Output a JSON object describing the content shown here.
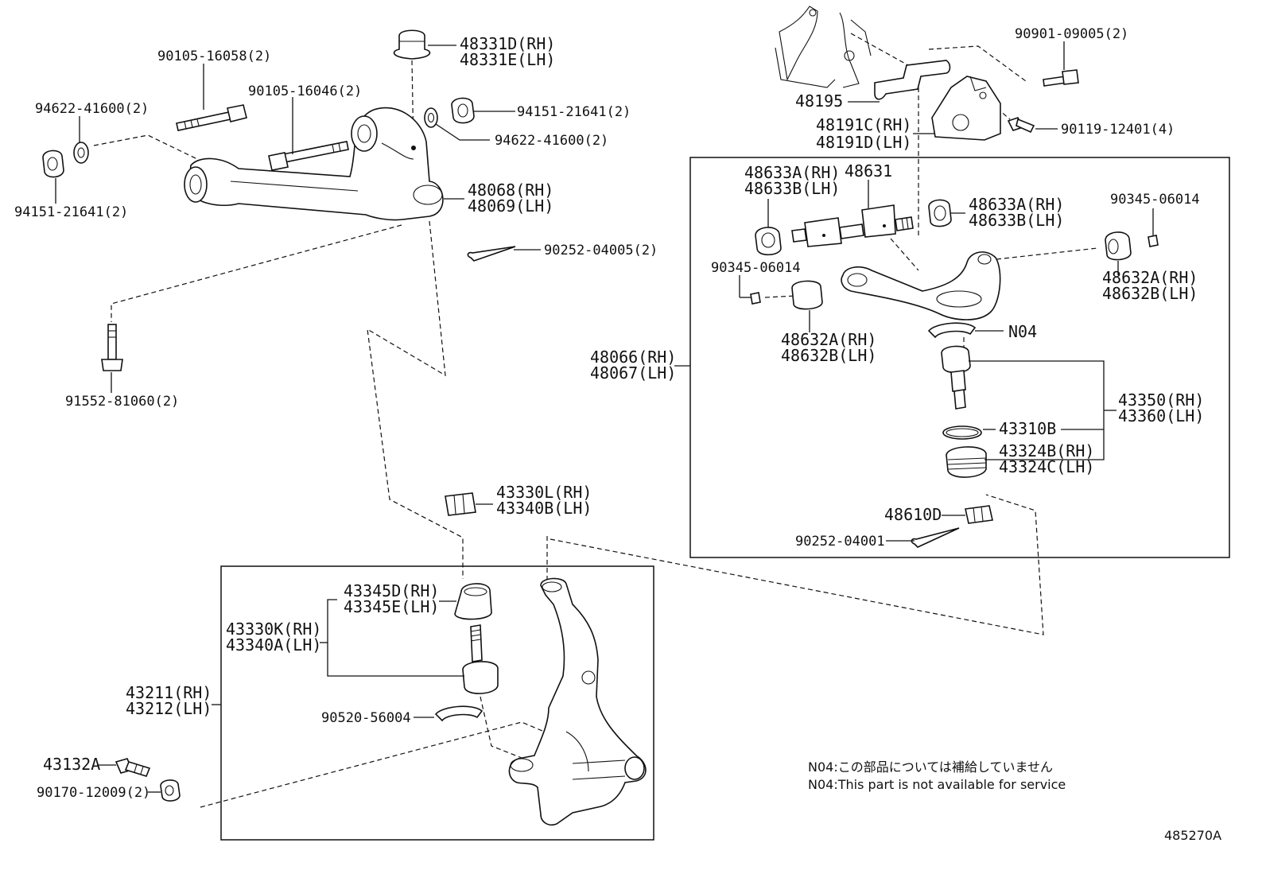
{
  "labels": {
    "p48331": [
      "48331D(RH)",
      "48331E(LH)"
    ],
    "p90105a": "90105-16058(2)",
    "p90105b": "90105-16046(2)",
    "p94622a": "94622-41600(2)",
    "p94151b": "94151-21641(2)",
    "p94622b": "94622-41600(2)",
    "p94151a": "94151-21641(2)",
    "p48068": [
      "48068(RH)",
      "48069(LH)"
    ],
    "p90252a": "90252-04005(2)",
    "p91552": "91552-81060(2)",
    "p90901": "90901-09005(2)",
    "p48195": "48195",
    "p48191": [
      "48191C(RH)",
      "48191D(LH)"
    ],
    "p90119": "90119-12401(4)",
    "p48633l": [
      "48633A(RH)",
      "48633B(LH)"
    ],
    "p48631": "48631",
    "p48633r": [
      "48633A(RH)",
      "48633B(LH)"
    ],
    "p90345r": "90345-06014",
    "p90345l": "90345-06014",
    "p48632r": [
      "48632A(RH)",
      "48632B(LH)"
    ],
    "p48632l": [
      "48632A(RH)",
      "48632B(LH)"
    ],
    "pN04": "N04",
    "p48066": [
      "48066(RH)",
      "48067(LH)"
    ],
    "p43350": [
      "43350(RH)",
      "43360(LH)"
    ],
    "p43310": "43310B",
    "p43324": [
      "43324B(RH)",
      "43324C(LH)"
    ],
    "p48610": "48610D",
    "p90252b": "90252-04001",
    "p43330l": [
      "43330L(RH)",
      "43340B(LH)"
    ],
    "p43345": [
      "43345D(RH)",
      "43345E(LH)"
    ],
    "p43330k": [
      "43330K(RH)",
      "43340A(LH)"
    ],
    "p43211": [
      "43211(RH)",
      "43212(LH)"
    ],
    "p90520": "90520-56004",
    "p43132": "43132A",
    "p90170": "90170-12009(2)"
  },
  "notes": {
    "jp": "N04:この部品については補給していません",
    "en": "N04:This part is not available for service"
  },
  "diagram_id": "485270A"
}
